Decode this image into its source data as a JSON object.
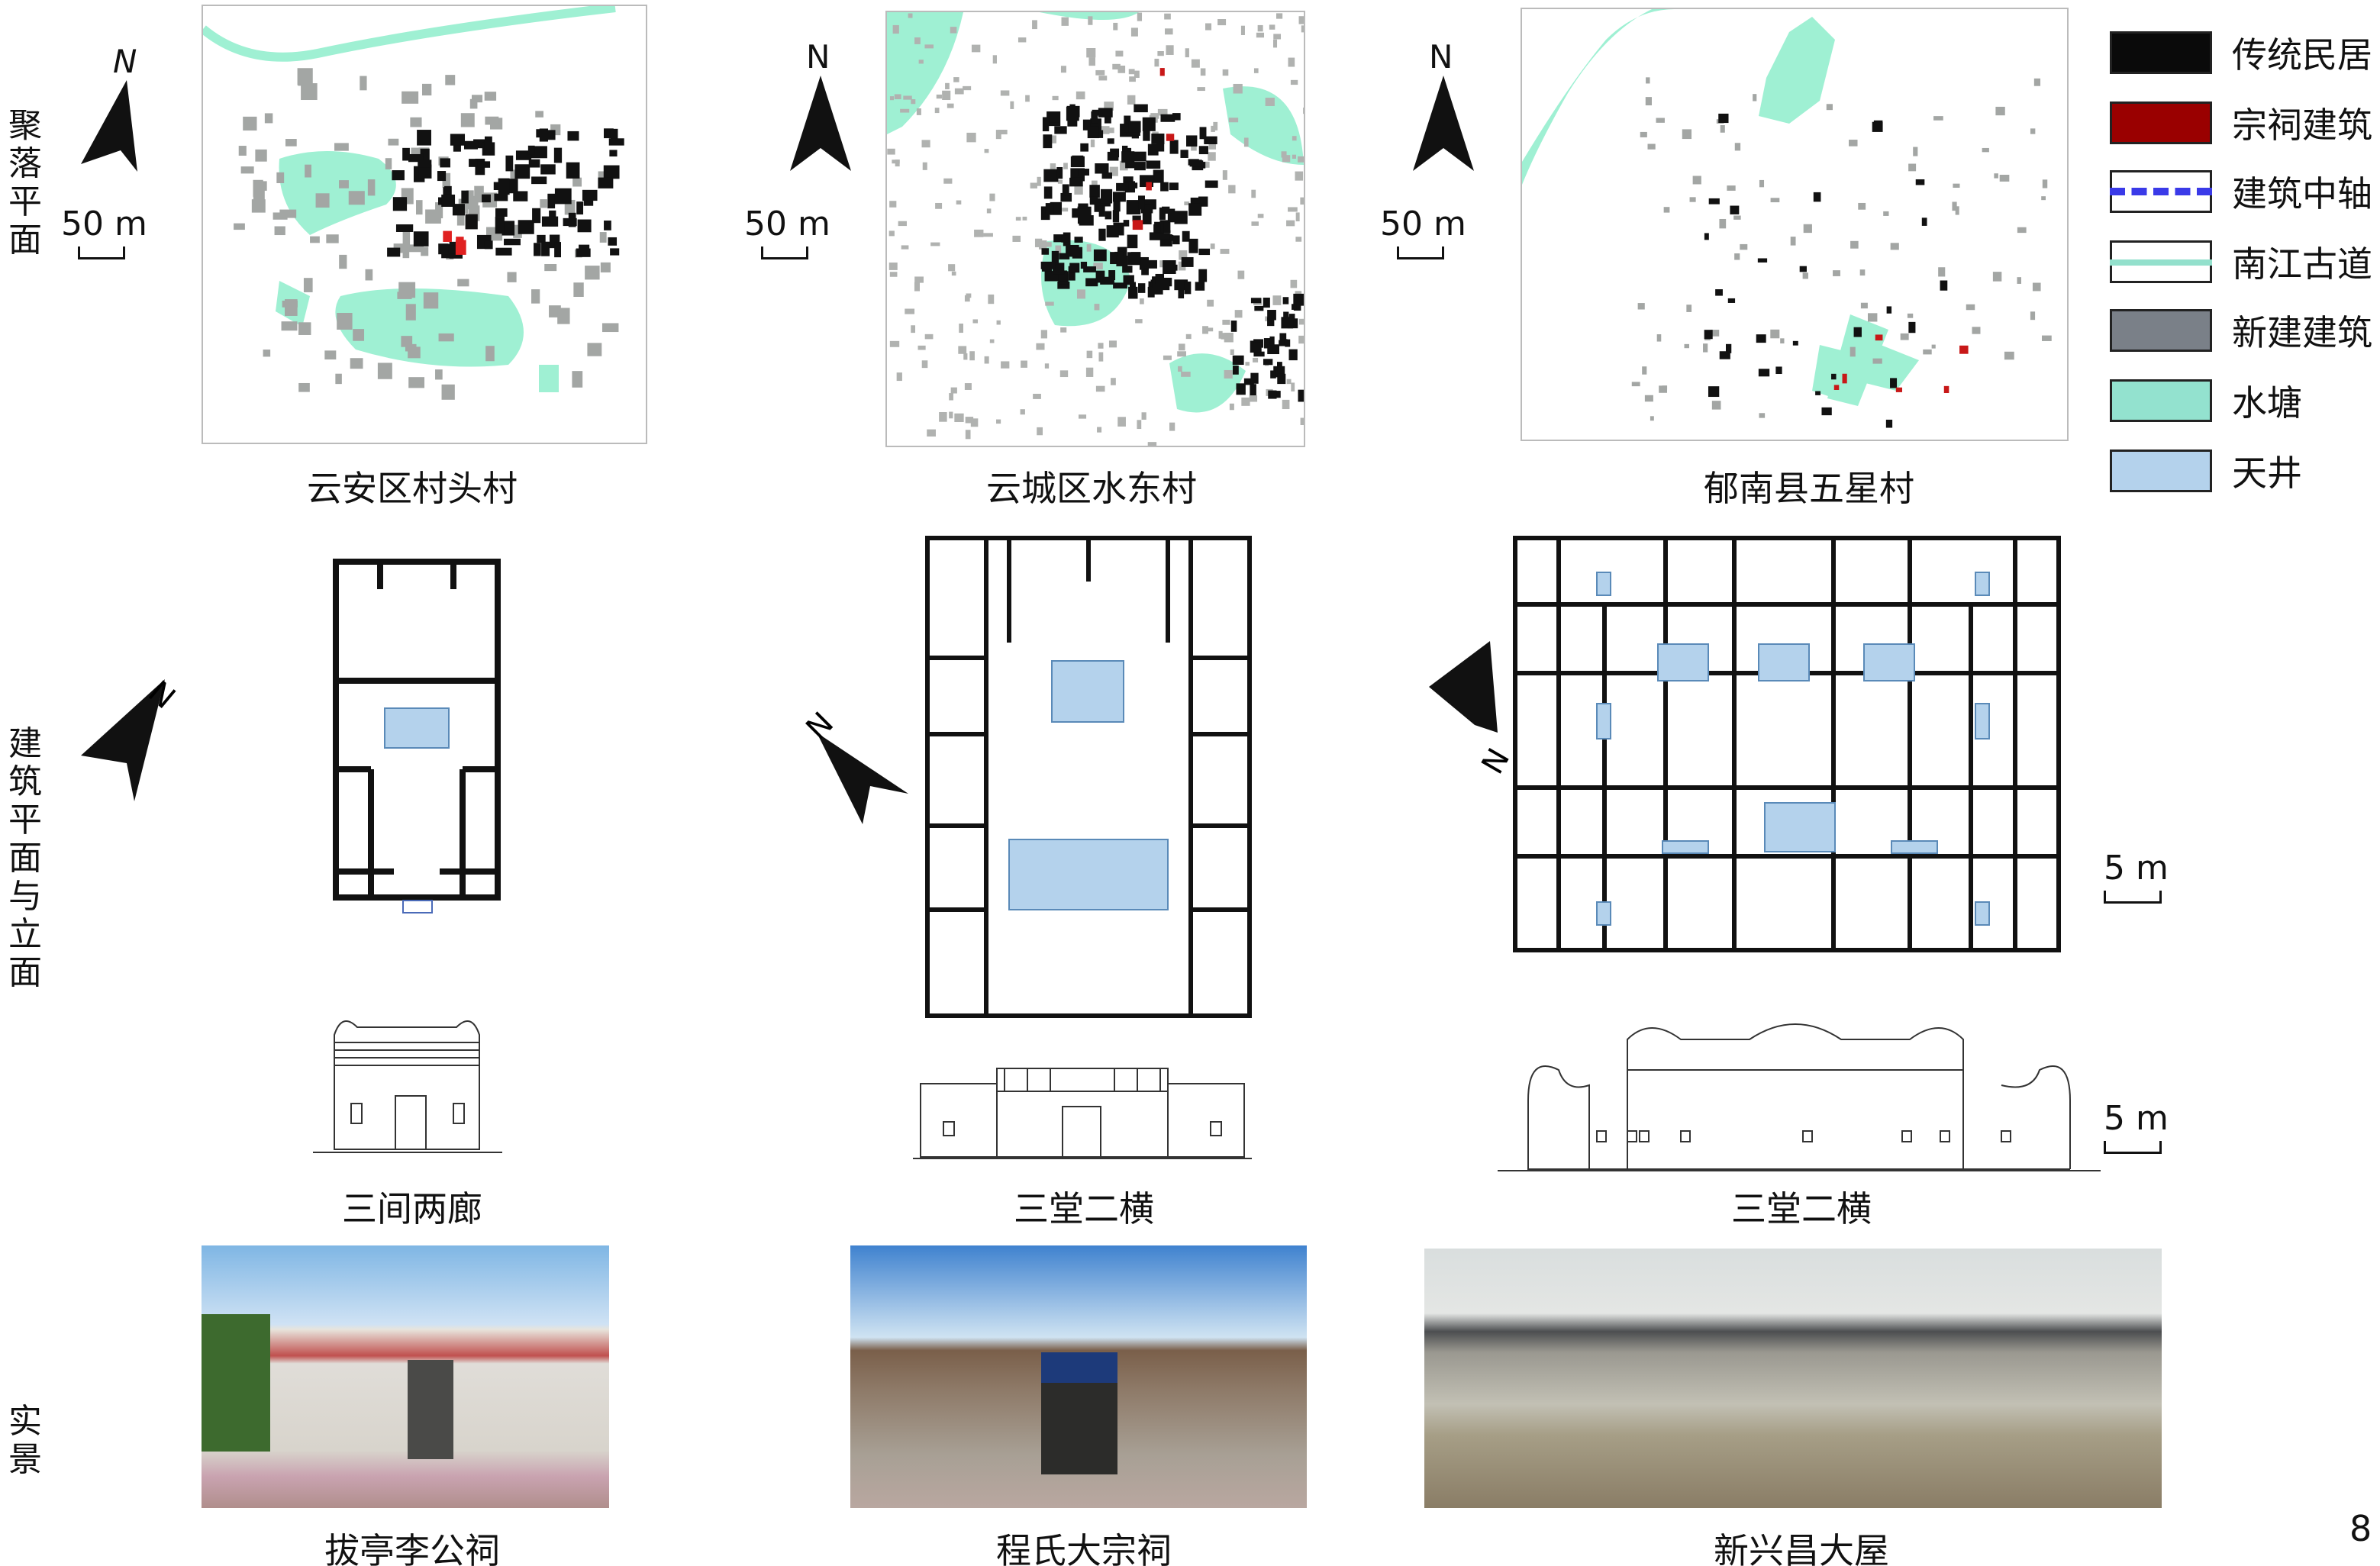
{
  "row_labels": {
    "settlement": "聚落平面",
    "building": "建筑平面与立面",
    "photo": "实景"
  },
  "north_label": "N",
  "settlement_scale": "50 m",
  "building_scale": "5 m",
  "villages": [
    {
      "name": "云安区村头村",
      "layout": "三间两廊",
      "building": "拔亭李公祠"
    },
    {
      "name": "云城区水东村",
      "layout": "三堂二横",
      "building": "程氏大宗祠"
    },
    {
      "name": "郁南县五星村",
      "layout": "三堂二横",
      "building": "新兴昌大屋"
    }
  ],
  "legend": [
    {
      "label": "传统民居",
      "color": "#0a0a0a",
      "type": "fill"
    },
    {
      "label": "宗祠建筑",
      "color": "#9a0000",
      "type": "fill"
    },
    {
      "label": "建筑中轴",
      "color": "#3a3ae8",
      "type": "dash"
    },
    {
      "label": "南江古道",
      "color": "#93e0cc",
      "type": "line"
    },
    {
      "label": "新建建筑",
      "color": "#7a8088",
      "type": "fill"
    },
    {
      "label": "水塘",
      "color": "#93e2cf",
      "type": "fill"
    },
    {
      "label": "天井",
      "color": "#b4d2ec",
      "type": "fill"
    }
  ],
  "figure_number": "8"
}
